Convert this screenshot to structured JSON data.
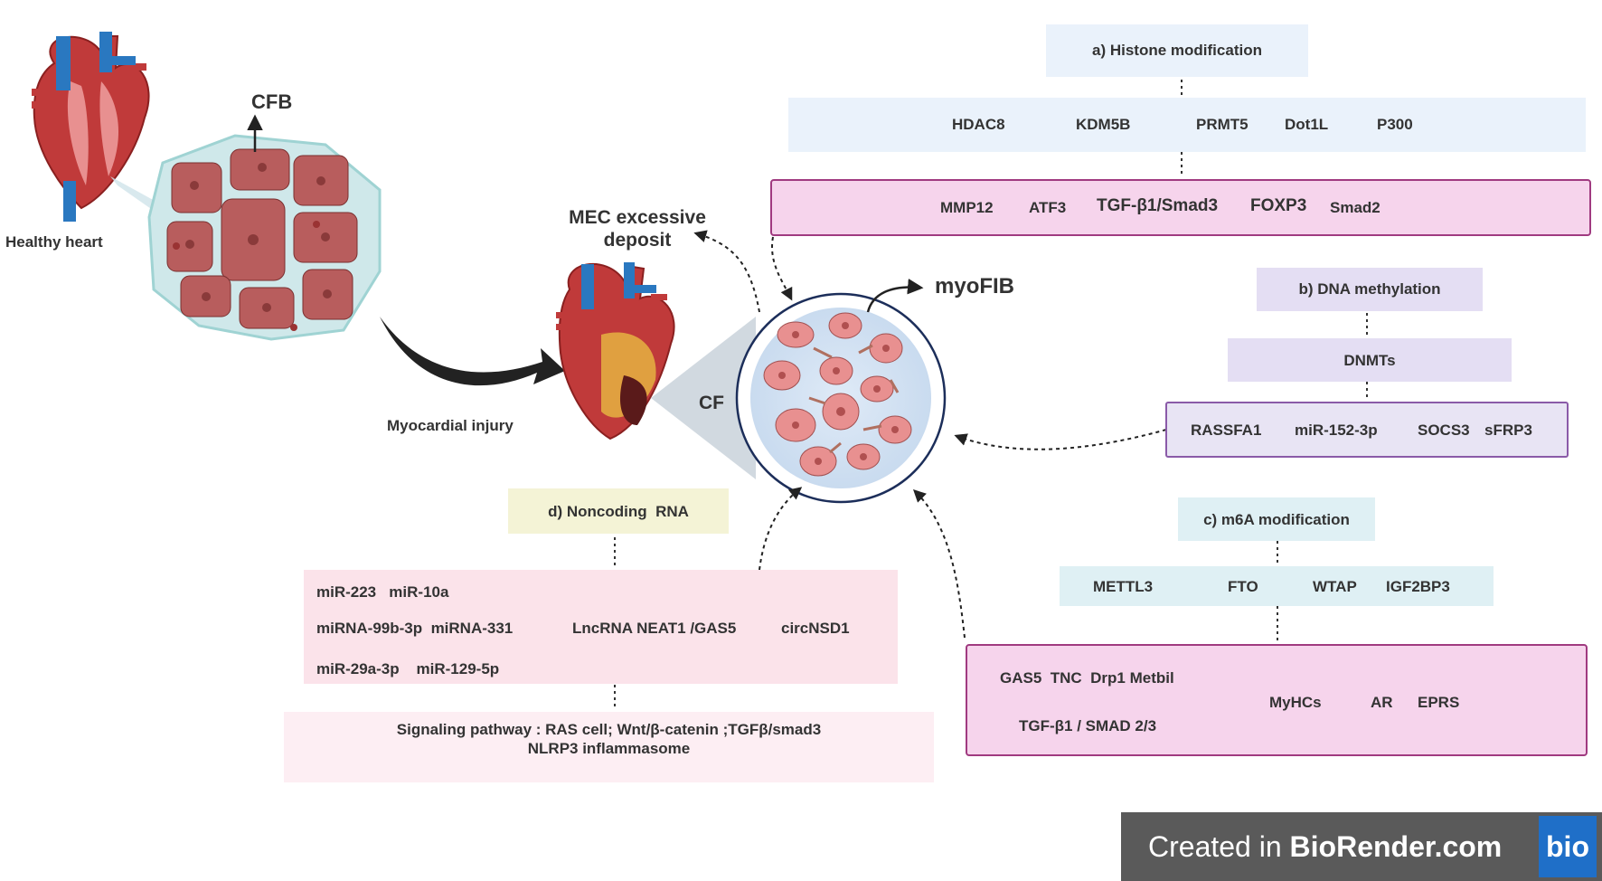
{
  "labels": {
    "healthy_heart": "Healthy heart",
    "cfb": "CFB",
    "myocardial_injury": "Myocardial injury",
    "mec_deposit_line1": "MEC excessive",
    "mec_deposit_line2": "deposit",
    "myofib": "myoFIB",
    "cf": "CF"
  },
  "histone": {
    "title": "a) Histone modification",
    "enzymes": [
      "HDAC8",
      "KDM5B",
      "PRMT5",
      "Dot1L",
      "P300"
    ],
    "targets": [
      "MMP12",
      "ATF3",
      "TGF-β1/Smad3",
      "FOXP3",
      "Smad2"
    ]
  },
  "dna": {
    "title": "b) DNA methylation",
    "enzyme": "DNMTs",
    "targets": [
      "RASSFA1",
      "miR-152-3p",
      "SOCS3",
      "sFRP3"
    ]
  },
  "m6a": {
    "title": "c) m6A modification",
    "enzymes": [
      "METTL3",
      "FTO",
      "WTAP",
      "IGF2BP3"
    ],
    "targets_row1": "GAS5  TNC  Drp1 Metbil",
    "targets_row2": "TGF-β1 / SMAD 2/3",
    "targets_right": [
      "MyHCs",
      "AR",
      "EPRS"
    ]
  },
  "ncrna": {
    "title": "d) Noncoding  RNA",
    "row1": "miR-223   miR-10a",
    "row2a": "miRNA-99b-3p  miRNA-331",
    "row2b": "LncRNA NEAT1 /GAS5",
    "row2c": "circNSD1",
    "row3": "miR-29a-3p    miR-129-5p",
    "pathway_line1": "Signaling pathway : RAS cell; Wnt/β-catenin ;TGFβ/smad3",
    "pathway_line2": "NLRP3 inflammasome"
  },
  "watermark": {
    "prefix": "Created in ",
    "brand": "BioRender.com",
    "logo": "bio"
  },
  "colors": {
    "tissue_cell": "#b85d5d",
    "tissue_border": "#9fd3d3",
    "heart_red": "#c03a3a",
    "vessel_blue": "#2a78c0",
    "accent_pink": "#a03a80",
    "accent_purple": "#8a5aa8"
  }
}
